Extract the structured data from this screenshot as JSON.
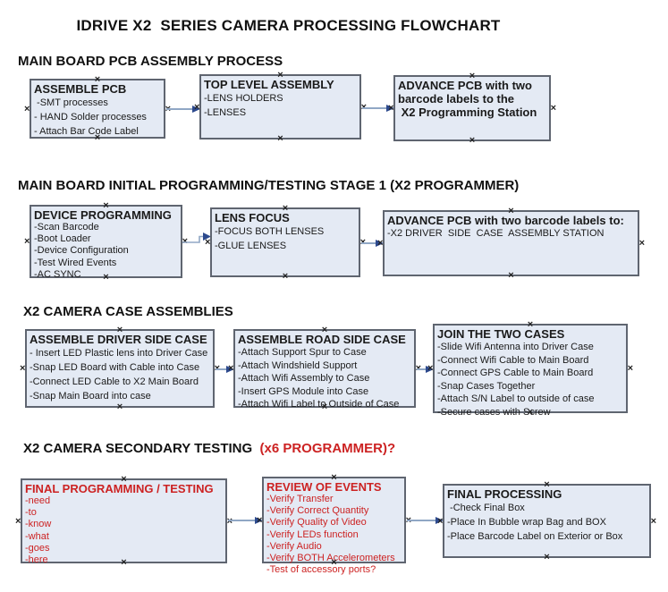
{
  "title": "IDRIVE X2  SERIES CAMERA PROCESSING FLOWCHART",
  "icons": {
    "connection_handle": "×"
  },
  "colors": {
    "box_fill": "#e4eaf4",
    "box_border": "#5f6570",
    "arrow_line": "#90a7c5",
    "arrow_head": "#2d4a8e",
    "red_text": "#cc2222",
    "black_text": "#1a1a1a"
  },
  "sections": [
    {
      "heading": "MAIN BOARD PCB ASSEMBLY PROCESS",
      "boxes": [
        {
          "title": "ASSEMBLE PCB",
          "items": [
            " -SMT processes",
            "- HAND Solder processes",
            "- Attach Bar Code Label"
          ]
        },
        {
          "title": "TOP LEVEL ASSEMBLY",
          "items": [
            "-LENS HOLDERS",
            "-LENSES"
          ]
        },
        {
          "title": "ADVANCE PCB with two\nbarcode labels to the\n X2 Programming Station",
          "items": []
        }
      ]
    },
    {
      "heading": "MAIN BOARD INITIAL PROGRAMMING/TESTING STAGE 1 (X2 PROGRAMMER)",
      "boxes": [
        {
          "title": "DEVICE PROGRAMMING",
          "items": [
            "-Scan Barcode",
            "-Boot Loader",
            "-Device Configuration",
            "-Test Wired Events",
            "-AC SYNC"
          ]
        },
        {
          "title": "LENS FOCUS",
          "items": [
            "-FOCUS BOTH LENSES",
            "-GLUE LENSES"
          ]
        },
        {
          "title": "ADVANCE PCB with two barcode labels to:",
          "items": [
            "-X2 DRIVER  SIDE  CASE  ASSEMBLY STATION"
          ]
        }
      ]
    },
    {
      "heading": "X2 CAMERA CASE ASSEMBLIES",
      "boxes": [
        {
          "title": "ASSEMBLE DRIVER SIDE CASE",
          "items": [
            "- Insert LED Plastic lens into Driver Case",
            "-Snap LED Board with Cable into Case",
            "-Connect LED Cable to X2 Main Board",
            "-Snap Main Board into case"
          ]
        },
        {
          "title": "ASSEMBLE ROAD SIDE CASE",
          "items": [
            "-Attach Support Spur to Case",
            "-Attach Windshield Support",
            "-Attach Wifi Assembly to Case",
            "-Insert GPS Module into Case",
            "-Attach Wifi Label to Outside of Case"
          ]
        },
        {
          "title": "JOIN THE TWO CASES",
          "items": [
            "-Slide Wifi Antenna into Driver Case",
            "-Connect Wifi Cable to Main Board",
            "-Connect GPS Cable to Main Board",
            "-Snap Cases Together",
            "-Attach S/N Label to outside of case",
            "-Secure cases with Screw"
          ]
        }
      ]
    },
    {
      "heading": "X2 CAMERA SECONDARY TESTING",
      "heading_red": "  (x6 PROGRAMMER)?",
      "boxes": [
        {
          "title": "FINAL PROGRAMMING / TESTING",
          "items": [
            "-need",
            "-to",
            "-know",
            "-what",
            "-goes",
            "-here"
          ]
        },
        {
          "title": "REVIEW OF EVENTS",
          "items": [
            "-Verify Transfer",
            "-Verify Correct Quantity",
            "-Verify Quality of Video",
            "-Verify LEDs function",
            "-Verify Audio",
            "-Verify BOTH Accelerometers",
            "-Test of accessory ports?"
          ]
        },
        {
          "title": "FINAL PROCESSING",
          "items": [
            " -Check Final Box",
            "-Place In Bubble wrap Bag and BOX",
            "-Place Barcode Label on Exterior or Box"
          ]
        }
      ]
    }
  ]
}
